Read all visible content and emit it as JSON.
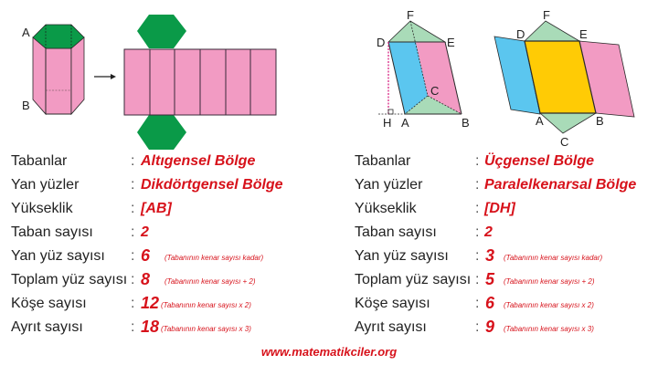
{
  "figures": {
    "hexagonal_prism": {
      "vertex_labels": {
        "top": "A",
        "bottom": "B"
      },
      "colors": {
        "base_top": "#0a9a48",
        "base_bottom": "#8b7b7b",
        "lateral": "#f29bc3",
        "edge": "#2a2a2a"
      },
      "net": {
        "lateral_faces": 6,
        "hexagon_bases": 2
      },
      "arrow": "right-arrow"
    },
    "triangular_prism": {
      "vertex_labels": {
        "D": "D",
        "E": "E",
        "F": "F",
        "A": "A",
        "B": "B",
        "C": "C",
        "H": "H"
      },
      "colors": {
        "base": "#a9dbb8",
        "face_left": "#5bc6ef",
        "face_right": "#f29bc3",
        "face_front": "#ffcb05",
        "height_line": "#d4157a",
        "edge": "#2a2a2a"
      }
    }
  },
  "left_table": {
    "rows": [
      {
        "key": "Tabanlar",
        "value": "Altıgensel Bölge",
        "note": ""
      },
      {
        "key": "Yan yüzler",
        "value": "Dikdörtgensel Bölge",
        "note": ""
      },
      {
        "key": "Yükseklik",
        "value": "[AB]",
        "note": ""
      },
      {
        "key": "Taban sayısı",
        "value": "2",
        "note": ""
      },
      {
        "key": "Yan yüz sayısı",
        "value": "6",
        "note": "(Tabanının kenar sayısı kadar)"
      },
      {
        "key": "Toplam yüz sayısı",
        "value": "8",
        "note": "(Tabanının kenar sayısı + 2)"
      },
      {
        "key": "Köşe sayısı",
        "value": "12",
        "note": "(Tabanının kenar sayısı x 2)"
      },
      {
        "key": "Ayrıt sayısı",
        "value": "18",
        "note": "(Tabanının kenar sayısı x 3)"
      }
    ]
  },
  "right_table": {
    "rows": [
      {
        "key": "Tabanlar",
        "value": "Üçgensel Bölge",
        "note": ""
      },
      {
        "key": "Yan yüzler",
        "value": "Paralelkenarsal Bölge",
        "note": ""
      },
      {
        "key": "Yükseklik",
        "value": "[DH]",
        "note": ""
      },
      {
        "key": "Taban sayısı",
        "value": "2",
        "note": ""
      },
      {
        "key": "Yan yüz sayısı",
        "value": "3",
        "note": "(Tabanının kenar sayısı kadar)"
      },
      {
        "key": "Toplam yüz sayısı",
        "value": "5",
        "note": "(Tabanının kenar sayısı + 2)"
      },
      {
        "key": "Köşe sayısı",
        "value": "6",
        "note": "(Tabanının kenar sayısı x 2)"
      },
      {
        "key": "Ayrıt sayısı",
        "value": "9",
        "note": "(Tabanının kenar sayısı x 3)"
      }
    ]
  },
  "separator": ":",
  "footer": {
    "url_text": "www.matematikciler.org"
  }
}
